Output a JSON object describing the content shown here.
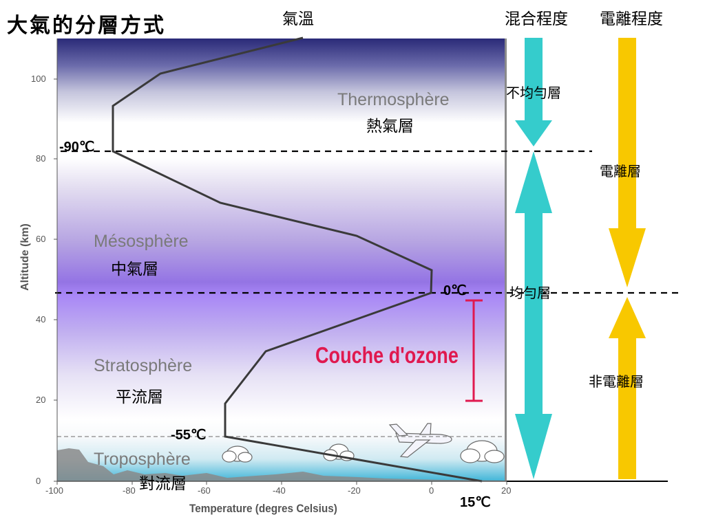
{
  "title": "大氣的分層方式",
  "headers": {
    "temperature": "氣溫",
    "mixing": "混合程度",
    "ionization": "電離程度"
  },
  "layers": [
    {
      "fr": "Thermosphère",
      "zh": "熱氣層"
    },
    {
      "fr": "Mésosphère",
      "zh": "中氣層"
    },
    {
      "fr": "Stratosphère",
      "zh": "平流層"
    },
    {
      "fr": "Troposphère",
      "zh": "對流層"
    }
  ],
  "temp_labels": {
    "mesopause": "-90℃",
    "stratopause": "0℃",
    "tropopause": "-55℃",
    "surface": "15℃"
  },
  "ozone_label": "Couche d'ozone",
  "mixing_labels": {
    "upper": "不均勻層",
    "lower": "均勻層"
  },
  "ionization_labels": {
    "upper": "電離層",
    "lower": "非電離層"
  },
  "axes": {
    "xlabel": "Temperature (degres Celsius)",
    "ylabel": "Altitude (km)",
    "xticks": [
      "-100",
      "-80",
      "-60",
      "-40",
      "-20",
      "0",
      "20"
    ],
    "yticks": [
      "0",
      "20",
      "40",
      "60",
      "80",
      "100"
    ]
  },
  "colors": {
    "mixing_arrow": "#35cccc",
    "ionization_arrow": "#f8c800",
    "ozone": "#e0194f",
    "profile": "#3a3a3a"
  },
  "icons": [
    "airplane-icon",
    "cloud-icon",
    "mountain-icon"
  ]
}
